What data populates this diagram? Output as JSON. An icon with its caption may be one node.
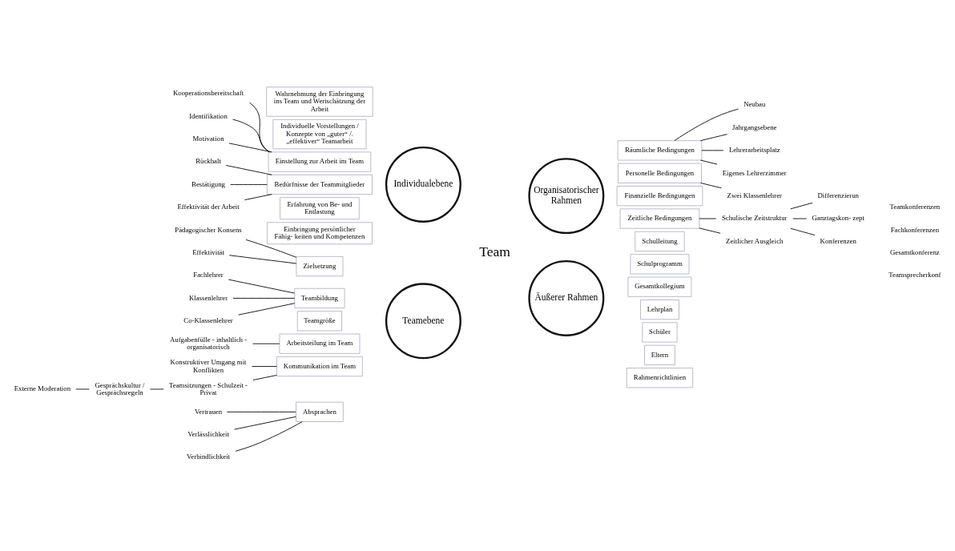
{
  "diagram": {
    "nodes": [
      {
        "text": [
          "Team"
        ]
      },
      {
        "text": [
          "Individualebene"
        ]
      },
      {
        "text": [
          "Teamebene"
        ]
      },
      {
        "text": [
          "Organisatorischer Rahmen"
        ]
      },
      {
        "text": [
          "Äußerer Rahmen"
        ]
      },
      {
        "text": [
          "Wahrnehmung der Einbringung ins Team und Wertschätzung der Arbeit"
        ]
      },
      {
        "text": [
          "Individuelle Vorstellungen / Konzepte von „guter“ /. „effektiver“ Teamarbeit"
        ]
      },
      {
        "text": [
          "Einstellung zur Arbeit im Team"
        ]
      },
      {
        "text": [
          "Bedürfnisse der Teammitglieder"
        ]
      },
      {
        "text": [
          "Erfahrung von Be- und Entlastung"
        ]
      },
      {
        "text": [
          "Einbringung persönlicher Fähig- keiten und Kompetenzen"
        ]
      },
      {
        "text": [
          "Zielsetzung"
        ]
      },
      {
        "text": [
          "Teambildung"
        ]
      },
      {
        "text": [
          "Teamgröße"
        ]
      },
      {
        "text": [
          "Arbeitsteilung im Team"
        ]
      },
      {
        "text": [
          "Kommunikation im Team"
        ]
      },
      {
        "text": [
          "Absprachen"
        ]
      },
      {
        "text": [
          "Räumliche Bedingungen"
        ]
      },
      {
        "text": [
          "Personelle Bedingungen"
        ]
      },
      {
        "text": [
          "Finanzielle Bedingungen"
        ]
      },
      {
        "text": [
          "Zeitliche Bedingungen"
        ]
      },
      {
        "text": [
          "Schulleitung"
        ]
      },
      {
        "text": [
          "Schulprogramm"
        ]
      },
      {
        "text": [
          "Gesamtkollegium"
        ]
      },
      {
        "text": [
          "Lehrplan"
        ]
      },
      {
        "text": [
          "Schüler"
        ]
      },
      {
        "text": [
          "Eltern"
        ]
      },
      {
        "text": [
          "Rahmenrichtlinien"
        ]
      },
      {
        "text": [
          "Kooperationsbereitschaft"
        ]
      },
      {
        "text": [
          "Identifikation"
        ]
      },
      {
        "text": [
          "Motivation"
        ]
      },
      {
        "text": [
          "Rückhalt"
        ]
      },
      {
        "text": [
          "Bestätigung"
        ]
      },
      {
        "text": [
          "Effektivität der Arbeit"
        ]
      },
      {
        "text": [
          "Pädagogischer Konsens"
        ]
      },
      {
        "text": [
          "Effektivität"
        ]
      },
      {
        "text": [
          "Fachlehrer"
        ]
      },
      {
        "text": [
          "Klassenlehrer"
        ]
      },
      {
        "text": [
          "Co-Klassenlehrer"
        ]
      },
      {
        "text": [
          "Aufgabenfülle - inhaltlich - organisatorisch"
        ]
      },
      {
        "text": [
          "Konstruktiver Umgang mit Konflikten"
        ]
      },
      {
        "text": [
          "Teamsitzungen - Schulzeit - Privat"
        ]
      },
      {
        "text": [
          "Gesprächskultur / Gesprächsregeln"
        ]
      },
      {
        "text": [
          "Externe Moderation"
        ]
      },
      {
        "text": [
          "Vertrauen"
        ]
      },
      {
        "text": [
          "Verlässlichkeit"
        ]
      },
      {
        "text": [
          "Verbindlichkeit"
        ]
      },
      {
        "text": [
          "Neubau"
        ]
      },
      {
        "text": [
          "Jahrgangsebene"
        ]
      },
      {
        "text": [
          "Lehrerarbeitsplatz"
        ]
      },
      {
        "text": [
          "Eigenes Lehrerzimmer"
        ]
      },
      {
        "text": [
          "Zwei Klassenlehrer"
        ]
      },
      {
        "text": [
          "Schulische Zeitstruktur"
        ]
      },
      {
        "text": [
          "Zeitlicher Ausgleich"
        ]
      },
      {
        "text": [
          "Differenzierun"
        ]
      },
      {
        "text": [
          "Ganztagskon- zept"
        ]
      },
      {
        "text": [
          "Konferenzen"
        ]
      }
    ],
    "edges": [
      {
        "from": 28,
        "to": 7,
        "arrow": "none"
      },
      {
        "from": 29,
        "to": 7,
        "arrow": "none"
      },
      {
        "from": 30,
        "to": 7,
        "arrow": "none"
      },
      {
        "from": 31,
        "to": 8,
        "arrow": "none"
      },
      {
        "from": 32,
        "to": 8,
        "arrow": "none"
      },
      {
        "from": 33,
        "to": 8,
        "arrow": "none"
      },
      {
        "from": 34,
        "to": 11,
        "arrow": "none"
      },
      {
        "from": 35,
        "to": 11,
        "arrow": "none"
      },
      {
        "from": 36,
        "to": 12,
        "arrow": "none"
      },
      {
        "from": 37,
        "to": 12,
        "arrow": "none"
      },
      {
        "from": 38,
        "to": 12,
        "arrow": "none"
      },
      {
        "from": 39,
        "to": 14,
        "arrow": "none"
      },
      {
        "from": 40,
        "to": 15,
        "arrow": "none"
      },
      {
        "from": 41,
        "to": 15,
        "arrow": "none"
      },
      {
        "from": 41,
        "to": 42,
        "arrow": "none"
      },
      {
        "from": 42,
        "to": 43,
        "arrow": "none"
      },
      {
        "from": 44,
        "to": 16,
        "arrow": "none"
      },
      {
        "from": 45,
        "to": 16,
        "arrow": "none"
      },
      {
        "from": 46,
        "to": 16,
        "arrow": "none"
      },
      {
        "from": 47,
        "to": 17,
        "arrow": "none"
      },
      {
        "from": 48,
        "to": 17,
        "arrow": "none"
      },
      {
        "from": 49,
        "to": 17,
        "arrow": "none"
      },
      {
        "from": 50,
        "to": 17,
        "arrow": "none"
      },
      {
        "from": 51,
        "to": 18,
        "arrow": "none"
      },
      {
        "from": 52,
        "to": 20,
        "arrow": "none"
      },
      {
        "from": 53,
        "to": 20,
        "arrow": "none"
      },
      {
        "from": 54,
        "to": 52,
        "arrow": "none"
      },
      {
        "from": 55,
        "to": 52,
        "arrow": "none"
      },
      {
        "from": 56,
        "to": 52,
        "arrow": "none"
      }
    ],
    "labels": [
      "Teamkonferenzen",
      "Fachkonferenzen",
      "Gesamtkonferenz",
      "Teamsprecherkonf"
    ]
  }
}
